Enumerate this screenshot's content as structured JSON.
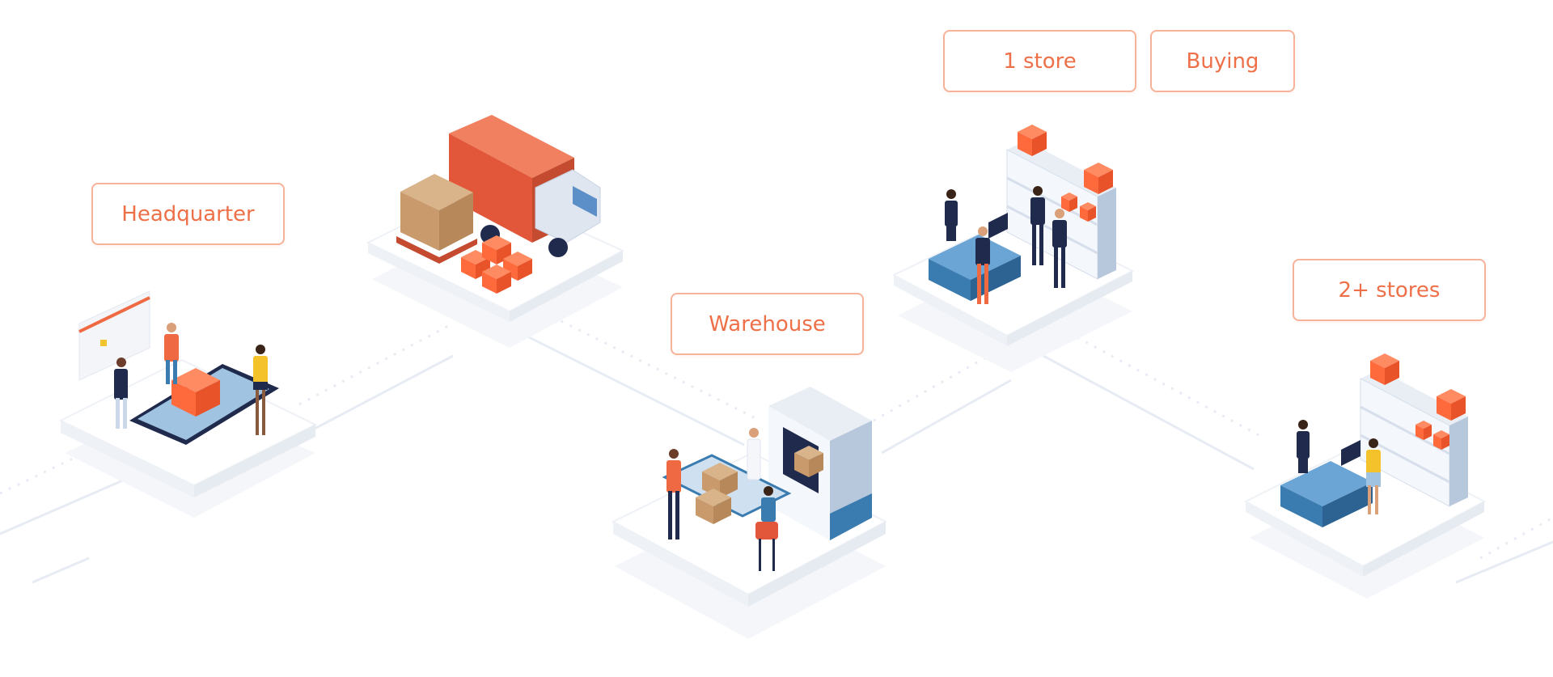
{
  "labels": {
    "headquarter": "Headquarter",
    "warehouse": "Warehouse",
    "one_store": "1 store",
    "buying": "Buying",
    "two_plus_stores": "2+ stores"
  },
  "colors": {
    "accent": "#ee7048",
    "accent_border": "#f7b29a",
    "orange_cube": "#ff6a3d",
    "navy": "#1f2a4d",
    "blue_counter": "#3b7cb0",
    "platform": "#f1f4f9"
  },
  "icons": [
    "delivery-truck-icon",
    "cardboard-box-icon",
    "orange-cube-icon",
    "store-shelf-icon",
    "cash-register-icon",
    "person-icon",
    "smartphone-icon",
    "warehouse-machine-icon"
  ]
}
